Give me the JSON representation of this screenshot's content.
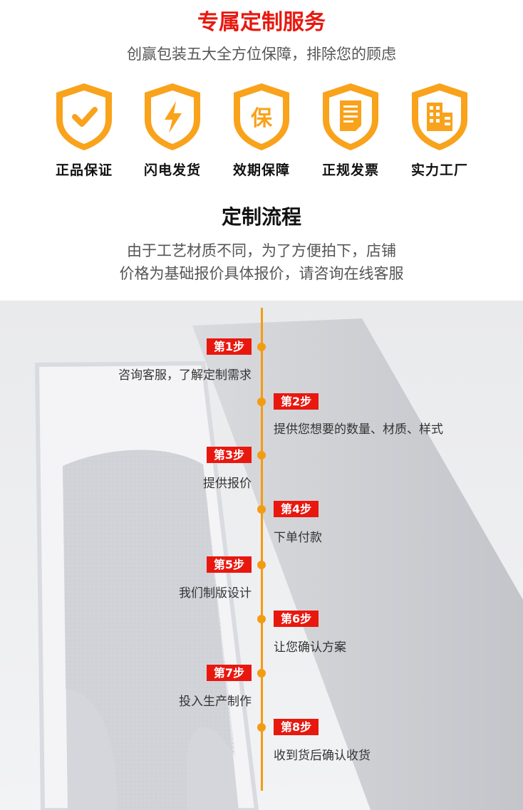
{
  "header": {
    "title": "专属定制服务",
    "subtitle": "创赢包装五大全方位保障，排除您的顾虑"
  },
  "features": [
    {
      "label": "正品保证",
      "icon": "checkmark-icon"
    },
    {
      "label": "闪电发货",
      "icon": "lightning-icon"
    },
    {
      "label": "效期保障",
      "icon": "bao-character-icon",
      "glyph": "保"
    },
    {
      "label": "正规发票",
      "icon": "invoice-document-icon"
    },
    {
      "label": "实力工厂",
      "icon": "factory-building-icon"
    }
  ],
  "process": {
    "title": "定制流程",
    "desc_line1": "由于工艺材质不同，为了方便拍下，店铺",
    "desc_line2": "价格为基础报价具体报价，请咨询在线客服",
    "steps": [
      {
        "label": "第1步",
        "text": "咨询客服，了解定制需求"
      },
      {
        "label": "第2步",
        "text": "提供您想要的数量、材质、样式"
      },
      {
        "label": "第3步",
        "text": "提供报价"
      },
      {
        "label": "第4步",
        "text": "下单付款"
      },
      {
        "label": "第5步",
        "text": "我们制版设计"
      },
      {
        "label": "第6步",
        "text": "让您确认方案"
      },
      {
        "label": "第7步",
        "text": "投入生产制作"
      },
      {
        "label": "第8步",
        "text": "收到货后确认收货"
      }
    ]
  },
  "colors": {
    "accent_red": "#e8180f",
    "accent_orange": "#f39c12",
    "shield_fill": "#f9a21b",
    "text_gray": "#555555"
  }
}
